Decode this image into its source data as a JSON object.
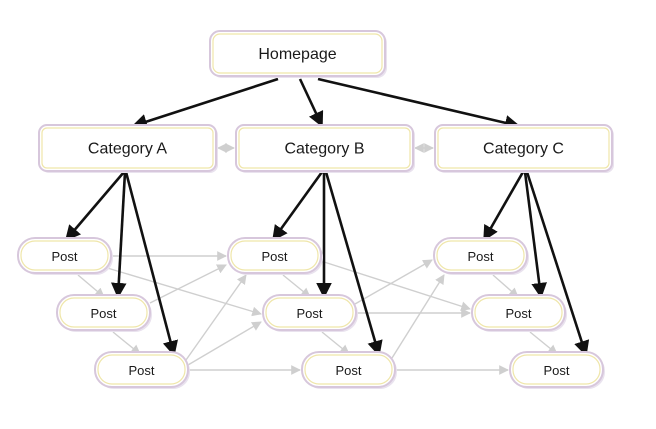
{
  "nodes": [
    {
      "id": "home",
      "label": "Homepage"
    },
    {
      "id": "catA",
      "label": "Category A"
    },
    {
      "id": "catB",
      "label": "Category B"
    },
    {
      "id": "catC",
      "label": "Category C"
    },
    {
      "id": "a1",
      "label": "Post"
    },
    {
      "id": "a2",
      "label": "Post"
    },
    {
      "id": "a3",
      "label": "Post"
    },
    {
      "id": "b1",
      "label": "Post"
    },
    {
      "id": "b2",
      "label": "Post"
    },
    {
      "id": "b3",
      "label": "Post"
    },
    {
      "id": "c1",
      "label": "Post"
    },
    {
      "id": "c2",
      "label": "Post"
    },
    {
      "id": "c3",
      "label": "Post"
    }
  ],
  "edges": [
    {
      "from": "home",
      "to": "catA",
      "style": "main"
    },
    {
      "from": "home",
      "to": "catB",
      "style": "main"
    },
    {
      "from": "home",
      "to": "catC",
      "style": "main"
    },
    {
      "from": "catA",
      "to": "a1",
      "style": "main"
    },
    {
      "from": "catA",
      "to": "a2",
      "style": "main"
    },
    {
      "from": "catA",
      "to": "a3",
      "style": "main"
    },
    {
      "from": "catB",
      "to": "b1",
      "style": "main"
    },
    {
      "from": "catB",
      "to": "b2",
      "style": "main"
    },
    {
      "from": "catB",
      "to": "b3",
      "style": "main"
    },
    {
      "from": "catC",
      "to": "c1",
      "style": "main"
    },
    {
      "from": "catC",
      "to": "c2",
      "style": "main"
    },
    {
      "from": "catC",
      "to": "c3",
      "style": "main"
    },
    {
      "from": "catA",
      "to": "catB",
      "style": "cross"
    },
    {
      "from": "catB",
      "to": "catC",
      "style": "cross"
    },
    {
      "from": "a1",
      "to": "a2",
      "style": "cross"
    },
    {
      "from": "a2",
      "to": "a3",
      "style": "cross"
    },
    {
      "from": "b1",
      "to": "b2",
      "style": "cross"
    },
    {
      "from": "b2",
      "to": "b3",
      "style": "cross"
    },
    {
      "from": "c1",
      "to": "c2",
      "style": "cross"
    },
    {
      "from": "c2",
      "to": "c3",
      "style": "cross"
    },
    {
      "from": "a1",
      "to": "b1",
      "style": "cross"
    },
    {
      "from": "a1",
      "to": "b2",
      "style": "cross"
    },
    {
      "from": "a2",
      "to": "b1",
      "style": "cross"
    },
    {
      "from": "a3",
      "to": "b1",
      "style": "cross"
    },
    {
      "from": "a3",
      "to": "b2",
      "style": "cross"
    },
    {
      "from": "a3",
      "to": "b3",
      "style": "cross"
    },
    {
      "from": "b1",
      "to": "c2",
      "style": "cross"
    },
    {
      "from": "b2",
      "to": "c1",
      "style": "cross"
    },
    {
      "from": "b2",
      "to": "c2",
      "style": "cross"
    },
    {
      "from": "b3",
      "to": "c1",
      "style": "cross"
    },
    {
      "from": "b3",
      "to": "c3",
      "style": "cross"
    }
  ],
  "colors": {
    "main_edge": "#111111",
    "cross_edge": "#cfcfcf",
    "node_border": "#d7c7dc",
    "node_inner_border": "#efe6a9"
  }
}
